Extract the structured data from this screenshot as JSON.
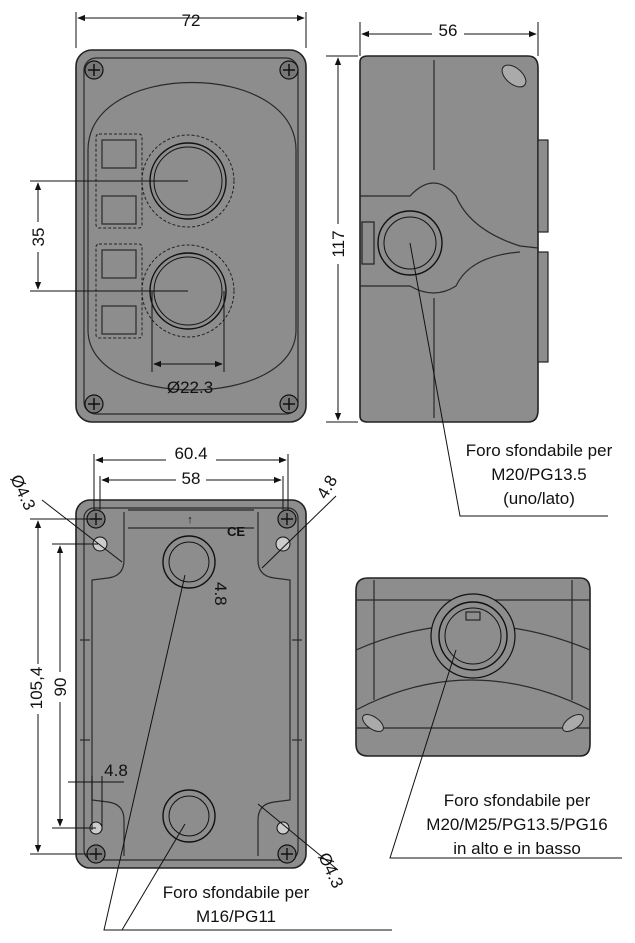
{
  "front_view": {
    "dim_width": "72",
    "dim_button_spacing": "35",
    "dim_hole_diameter": "Ø22.3"
  },
  "side_view": {
    "dim_depth": "56",
    "dim_height": "117",
    "note_line1": "Foro sfondabile per",
    "note_line2": "M20/PG13.5",
    "note_line3": "(uno/lato)"
  },
  "back_view": {
    "dim_outer_mount": "60.4",
    "dim_inner_mount": "58",
    "dim_mount_hole_top": "Ø4.3",
    "dim_mount_hole_bottom": "Ø4.3",
    "dim_slot_top": "4.8",
    "dim_slot_bottom": "4.8",
    "dim_slot_center": "4.8",
    "dim_height_outer": "105,4",
    "dim_height_inner": "90",
    "note_line1": "Foro sfondabile per",
    "note_line2": "M16/PG11"
  },
  "bottom_view": {
    "note_line1": "Foro sfondabile per",
    "note_line2": "M20/M25/PG13.5/PG16",
    "note_line3": "in alto e in basso"
  }
}
